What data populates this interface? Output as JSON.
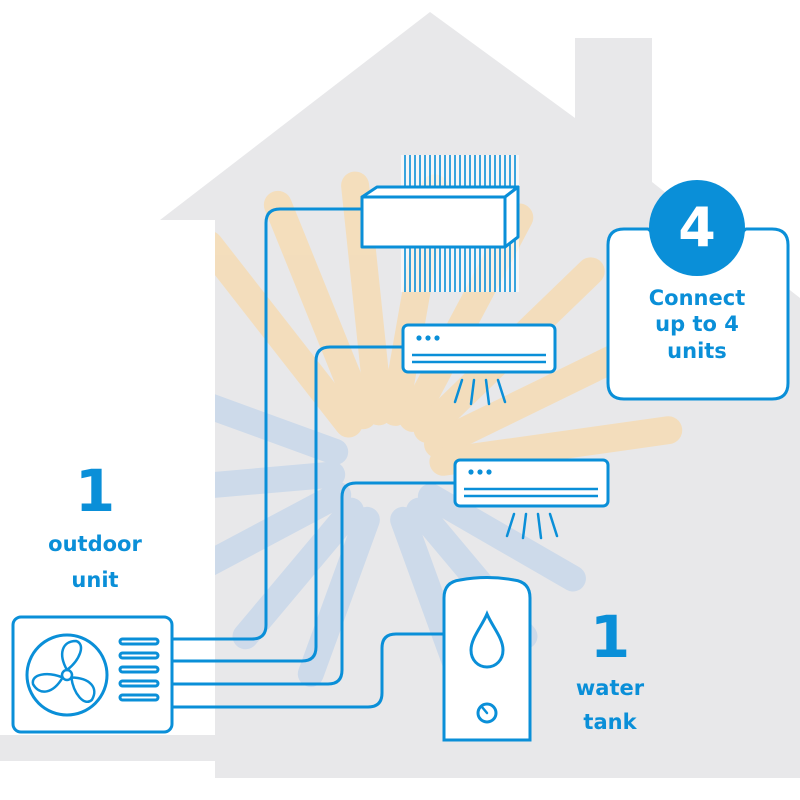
{
  "outdoor": {
    "number": "1",
    "text_line1": "outdoor",
    "text_line2": "unit"
  },
  "water": {
    "number": "1",
    "text_line1": "water",
    "text_line2": "tank"
  },
  "connect": {
    "number": "4",
    "text_line1": "Connect",
    "text_line2": "up to 4",
    "text_line3": "units"
  },
  "colors": {
    "accent_blue": "#0a8fd8",
    "house_gray": "#e8e8ea",
    "airflow_orange": "#f6dcb4",
    "airflow_blue": "#c9d8ea",
    "card_bg": "#ffffff"
  },
  "icons": [
    "house-silhouette",
    "ducted-unit-icon",
    "wall-ac-unit-icon",
    "outdoor-unit-fan-icon",
    "water-tank-drop-icon",
    "airflow-rays"
  ]
}
